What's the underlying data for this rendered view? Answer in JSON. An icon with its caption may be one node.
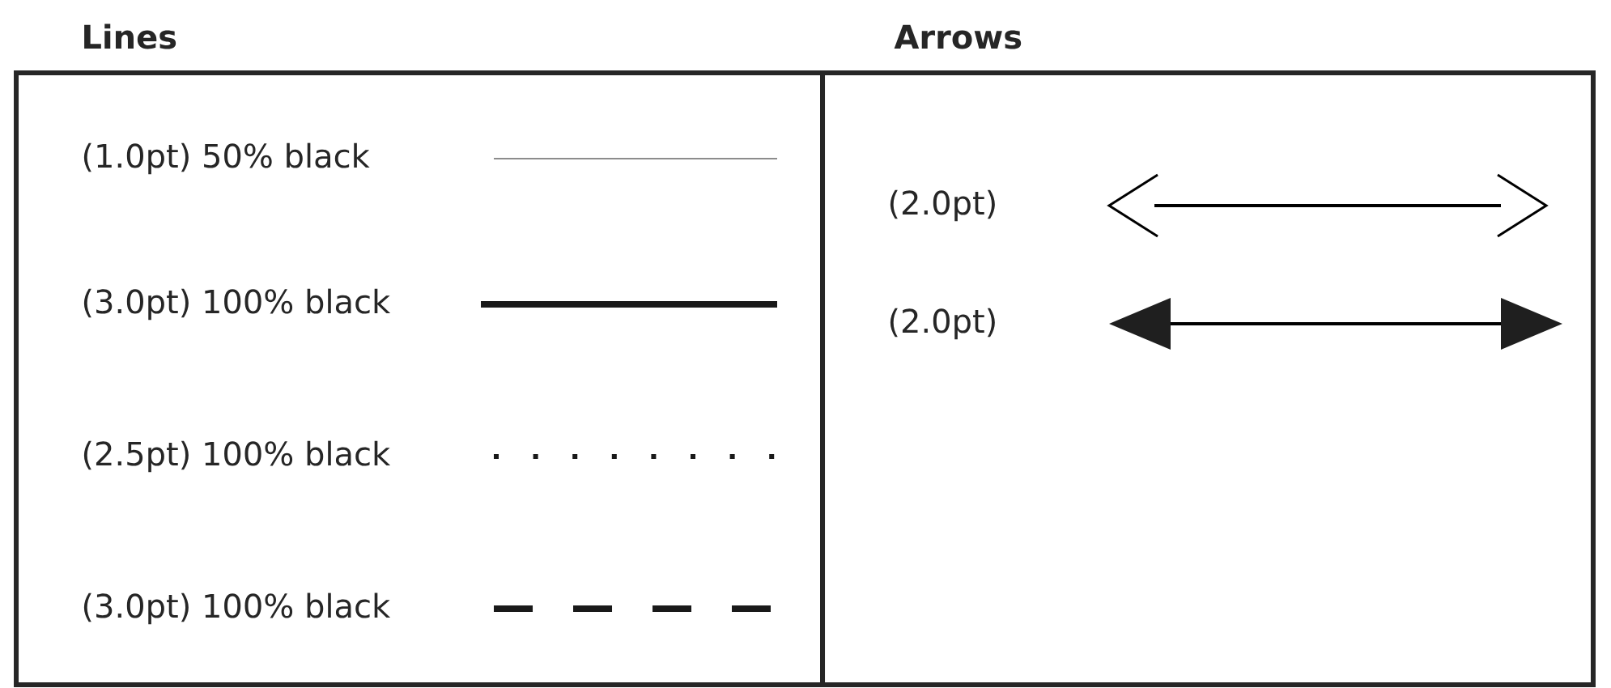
{
  "diagram": {
    "nodes": [
      {
        "text": [
          "Lines"
        ]
      },
      {
        "text": [
          "Arrows"
        ]
      }
    ],
    "legend": [
      {
        "text": "(1.0pt) 50% black"
      },
      {
        "text": "(3.0pt) 100% black"
      },
      {
        "text": "(2.5pt) 100% black"
      },
      {
        "text": "(3.0pt) 100% black"
      },
      {
        "text": "(2.0pt)"
      },
      {
        "text": "(2.0pt)"
      }
    ]
  }
}
